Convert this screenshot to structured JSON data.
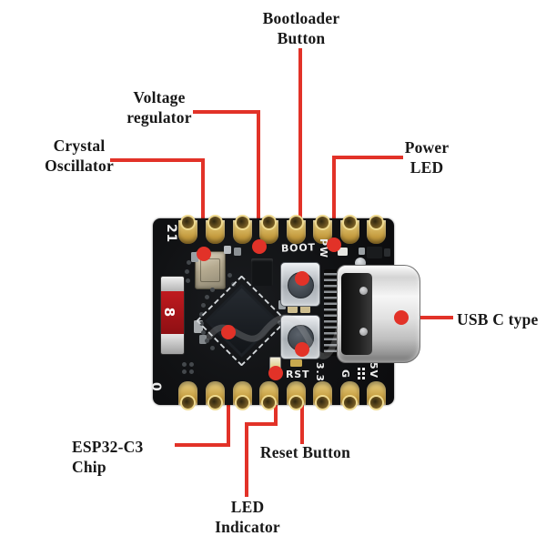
{
  "labels": {
    "bootloader_button": {
      "line1": "Bootloader",
      "line2": "Button"
    },
    "voltage_regulator": {
      "line1": "Voltage",
      "line2": "regulator"
    },
    "crystal_oscillator": {
      "line1": "Crystal",
      "line2": "Oscillator"
    },
    "power_led": {
      "line1": "Power",
      "line2": "LED"
    },
    "usb_c": {
      "text": "USB C type"
    },
    "esp32_chip": {
      "text": "ESP32-C3 Chip"
    },
    "reset_button": {
      "text": "Reset Button"
    },
    "led_indicator": {
      "line1": "LED",
      "line2": "Indicator"
    }
  },
  "board": {
    "silkscreen": {
      "pin21": "21",
      "pin0": "0",
      "boot": "BOOT",
      "pw": "PW",
      "rst": "RST",
      "v33": "3.3",
      "gnd": "G",
      "v5": "5V"
    },
    "top_pin_count": 8,
    "bottom_pin_count": 8
  },
  "colors": {
    "annotation_red": "#e23228",
    "label_text": "#181818",
    "pcb_black": "#0f0f11",
    "pin_gold": "#d2ab4e",
    "usb_shell_silver": "#d6d6d6",
    "silkscreen_white": "#ececec",
    "component_red": "#a31216",
    "background": "#ffffff"
  }
}
